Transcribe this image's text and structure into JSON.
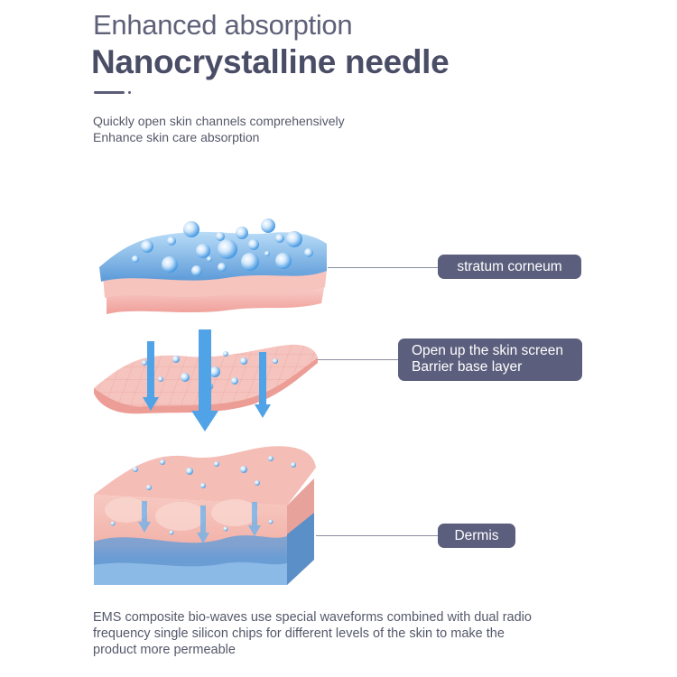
{
  "header": {
    "title_line1": "Enhanced absorption",
    "title_line2": "Nanocrystalline needle",
    "subtitle_line1": "Quickly open skin channels comprehensively",
    "subtitle_line2": "Enhance skin care absorption"
  },
  "labels": {
    "stratum": "stratum corneum",
    "barrier_line1": "Open up the skin screen",
    "barrier_line2": "Barrier base layer",
    "dermis": "Dermis"
  },
  "footer": {
    "line1": "EMS composite bio-waves use special waveforms combined with dual radio",
    "line2": "frequency single silicon chips for different levels of the skin to make the",
    "line3": "product more permeable"
  },
  "colors": {
    "pill": "#5b5e7c",
    "skin_blue": "#6fa9e0",
    "skin_pink": "#f2b8b4",
    "arrow_blue": "#4fa3e6",
    "dermis_blue": "#5a8fc8"
  }
}
